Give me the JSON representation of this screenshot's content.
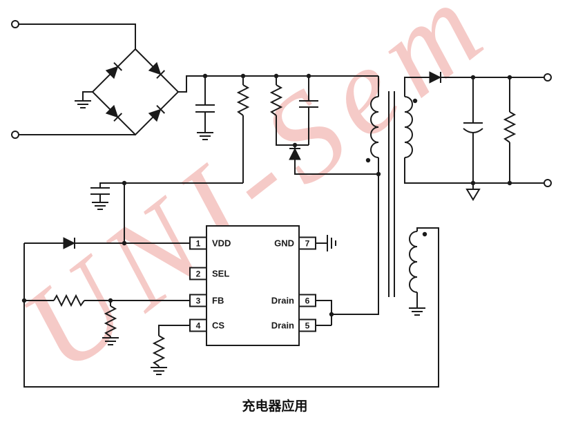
{
  "diagram": {
    "title": "充电器应用",
    "watermark": "UNI-Sem"
  },
  "ic": {
    "left_pins": [
      {
        "num": "1",
        "label": "VDD"
      },
      {
        "num": "2",
        "label": "SEL"
      },
      {
        "num": "3",
        "label": "FB"
      },
      {
        "num": "4",
        "label": "CS"
      }
    ],
    "right_pins": [
      {
        "num": "7",
        "label": "GND"
      },
      {
        "num": "6",
        "label": "Drain"
      },
      {
        "num": "5",
        "label": "Drain"
      }
    ]
  },
  "colors": {
    "line": "#1a1a1a",
    "watermark": "#f5cac7"
  }
}
